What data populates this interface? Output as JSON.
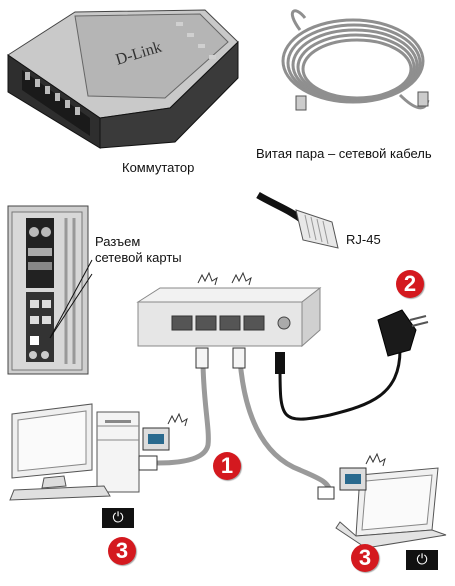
{
  "labels": {
    "switch": "Коммутатор",
    "cable": "Витая пара – сетевой кабель",
    "rj45": "RJ-45",
    "nic_port": "Разъем\nсетевой карты",
    "brand": "D-Link"
  },
  "steps": {
    "power_adapter": "2",
    "cable_connect": "1",
    "power_desktop": "3",
    "power_laptop": "3"
  },
  "power_symbol": "⏻",
  "colors": {
    "step_badge": "#d4191f",
    "device_body": "#e9e9e9",
    "cable_gray": "#9a9a9a"
  },
  "icons": [
    "switch-device",
    "cable-coil",
    "rj45-plug",
    "pc-tower-back",
    "power-adapter",
    "desktop-pc",
    "laptop",
    "power-icon"
  ]
}
